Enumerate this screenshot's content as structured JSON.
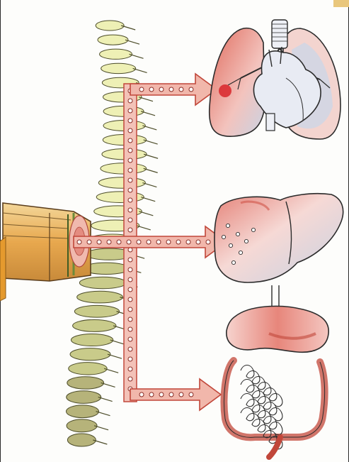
{
  "figure": {
    "type": "anatomical-illustration",
    "parts": [
      "spine",
      "spinal-cord-segment",
      "lungs-and-heart",
      "liver",
      "stomach-and-intestines"
    ],
    "arrows": [
      "to-lungs-heart",
      "to-liver",
      "to-intestines"
    ]
  },
  "colors": {
    "arrow_fill": "#f1b7ab",
    "arrow_stroke": "#c1473a",
    "organ_red": "#d9574b",
    "organ_pink": "#f2c9c4",
    "organ_blue": "#c8d3e3",
    "spine_yellow": "#eef0b5",
    "spine_olive": "#a9ab6a",
    "cord_orange": "#e4a14b"
  }
}
